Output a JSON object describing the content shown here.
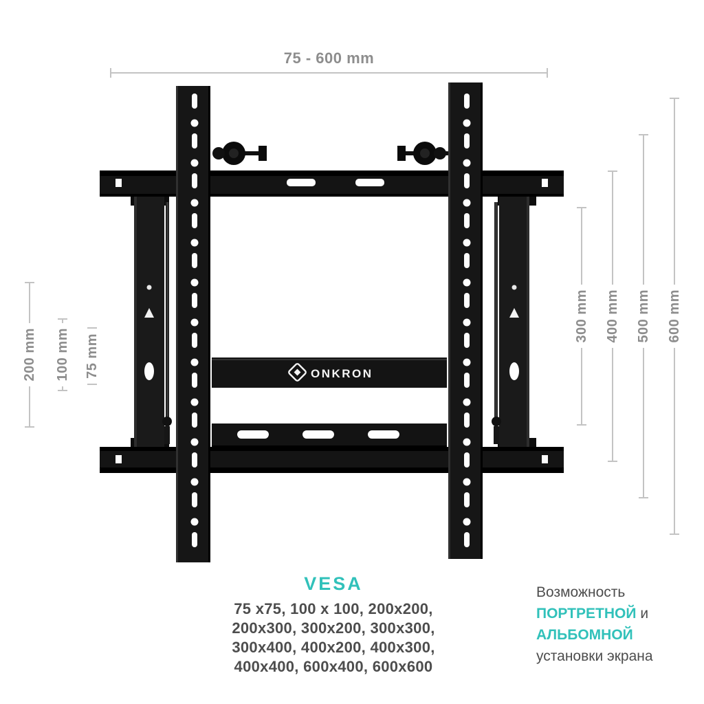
{
  "colors": {
    "accent": "#31c1ba",
    "dimension_text": "#8d8d8d",
    "dimension_line": "#c3c3c3",
    "body_text": "#4d4d4d",
    "mount": "#141414"
  },
  "dimensions": {
    "top": {
      "label": "75 - 600 mm"
    },
    "left": [
      {
        "label": "200 mm"
      },
      {
        "label": "100 mm"
      },
      {
        "label": "75 mm"
      }
    ],
    "right": [
      {
        "label": "300 mm"
      },
      {
        "label": "400 mm"
      },
      {
        "label": "500 mm"
      },
      {
        "label": "600 mm"
      }
    ]
  },
  "logo": {
    "brand": "ONKRON"
  },
  "vesa": {
    "heading": "VESA",
    "lines": [
      "75 x75, 100 x 100, 200x200,",
      "200x300, 300x200, 300x300,",
      "300x400, 400x200, 400x300,",
      "400x400, 600x400, 600x600"
    ]
  },
  "orientation_note": {
    "line1": "Возможность",
    "portrait": "ПОРТРЕТНОЙ",
    "and": "и",
    "landscape": "АЛЬБОМНОЙ",
    "line4": "установки экрана"
  }
}
